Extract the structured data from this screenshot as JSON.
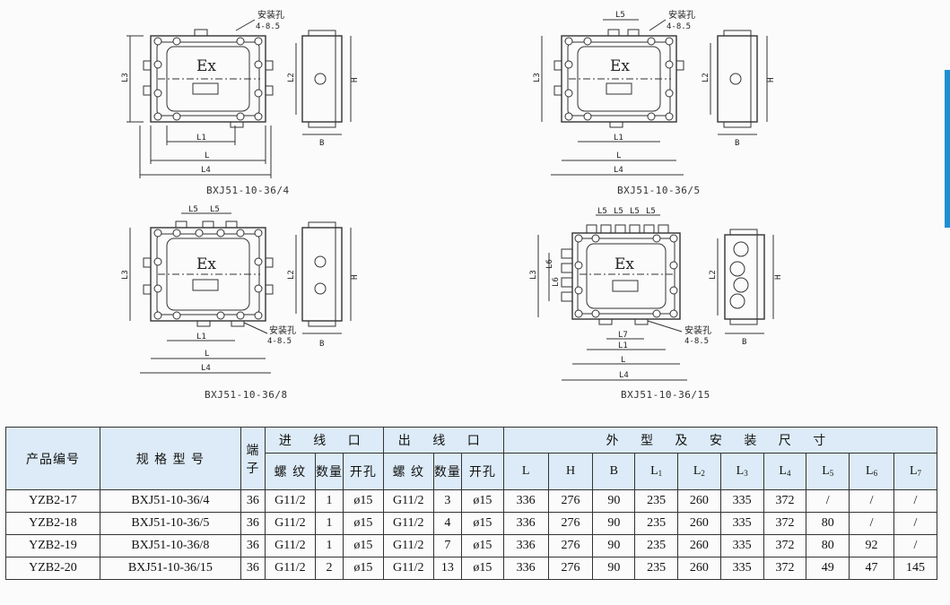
{
  "diagrams": [
    {
      "caption": "BXJ51-10-36/4",
      "labels": {
        "hole": "安装孔",
        "hole_size": "4-8.5",
        "ex": "Ex",
        "l1": "L1",
        "l": "L",
        "l4": "L4",
        "l3": "L3",
        "l2": "L2",
        "h": "H",
        "b": "B"
      }
    },
    {
      "caption": "BXJ51-10-36/5",
      "labels": {
        "hole": "安装孔",
        "hole_size": "4-8.5",
        "ex": "Ex",
        "l5": "L5",
        "l1": "L1",
        "l": "L",
        "l4": "L4",
        "l3": "L3",
        "l2": "L2",
        "h": "H",
        "b": "B"
      }
    },
    {
      "caption": "BXJ51-10-36/8",
      "labels": {
        "hole": "安装孔",
        "hole_size": "4-8.5",
        "ex": "Ex",
        "l5a": "L5",
        "l5b": "L5",
        "l1": "L1",
        "l": "L",
        "l4": "L4",
        "l3": "L3",
        "l2": "L2",
        "h": "H",
        "b": "B"
      }
    },
    {
      "caption": "BXJ51-10-36/15",
      "labels": {
        "hole": "安装孔",
        "hole_size": "4-8.5",
        "ex": "Ex",
        "l5a": "L5",
        "l5b": "L5",
        "l5c": "L5",
        "l5d": "L5",
        "l6a": "L6",
        "l6b": "L6",
        "l3": "L3",
        "l7": "L7",
        "l1": "L1",
        "l": "L",
        "l4": "L4",
        "l2": "L2",
        "h": "H",
        "b": "B"
      }
    }
  ],
  "table": {
    "header": {
      "product_no": "产品编号",
      "spec_model": "规 格 型 号",
      "terminal": "端子",
      "inlet": "进 线 口",
      "outlet": "出 线 口",
      "dimensions": "外 型 及 安 装 尺 寸",
      "thread": "螺 纹",
      "qty": "数量",
      "hole": "开孔",
      "dims": [
        "L",
        "H",
        "B",
        "L",
        "L",
        "L",
        "L",
        "L",
        "L",
        "L"
      ],
      "dim_subs": [
        "",
        "",
        "",
        "1",
        "2",
        "3",
        "4",
        "5",
        "6",
        "7"
      ]
    },
    "rows": [
      {
        "cells": [
          "YZB2-17",
          "BXJ51-10-36/4",
          "36",
          "G11/2",
          "1",
          "ø15",
          "G11/2",
          "3",
          "ø15",
          "336",
          "276",
          "90",
          "235",
          "260",
          "335",
          "372",
          "/",
          "/",
          "/"
        ]
      },
      {
        "cells": [
          "YZB2-18",
          "BXJ51-10-36/5",
          "36",
          "G11/2",
          "1",
          "ø15",
          "G11/2",
          "4",
          "ø15",
          "336",
          "276",
          "90",
          "235",
          "260",
          "335",
          "372",
          "80",
          "/",
          "/"
        ]
      },
      {
        "cells": [
          "YZB2-19",
          "BXJ51-10-36/8",
          "36",
          "G11/2",
          "1",
          "ø15",
          "G11/2",
          "7",
          "ø15",
          "336",
          "276",
          "90",
          "235",
          "260",
          "335",
          "372",
          "80",
          "92",
          "/"
        ]
      },
      {
        "cells": [
          "YZB2-20",
          "BXJ51-10-36/15",
          "36",
          "G11/2",
          "2",
          "ø15",
          "G11/2",
          "13",
          "ø15",
          "336",
          "276",
          "90",
          "235",
          "260",
          "335",
          "372",
          "49",
          "47",
          "145"
        ]
      }
    ]
  }
}
